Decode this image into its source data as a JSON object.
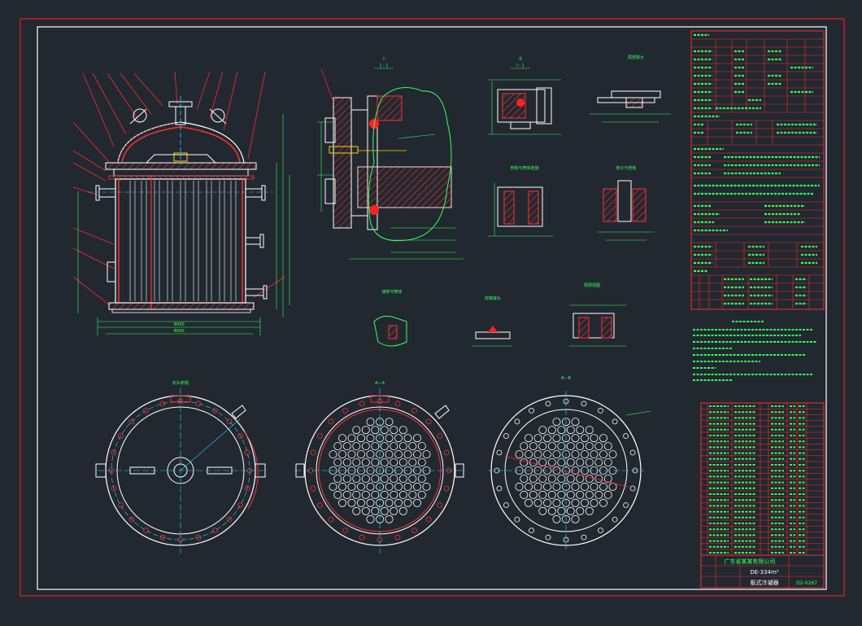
{
  "drawing": {
    "title_block": {
      "company": "广东省某某有限公司",
      "spec": "DE-334m²",
      "name": "板式冷凝器",
      "drawing_no": "D2-0267"
    },
    "section_labels": {
      "a": "A—A",
      "b": "B—B",
      "c": "1 : 1",
      "d": "I : 1"
    },
    "colors": {
      "background": "#212830",
      "frame": "#c81e1e",
      "outline": "#ffffff",
      "annotation": "#39ff5a",
      "leader": "#ff2a2a",
      "center_line": "#2ad5ff",
      "hatch": "#ff3030",
      "dimension": "#b48cff"
    }
  }
}
